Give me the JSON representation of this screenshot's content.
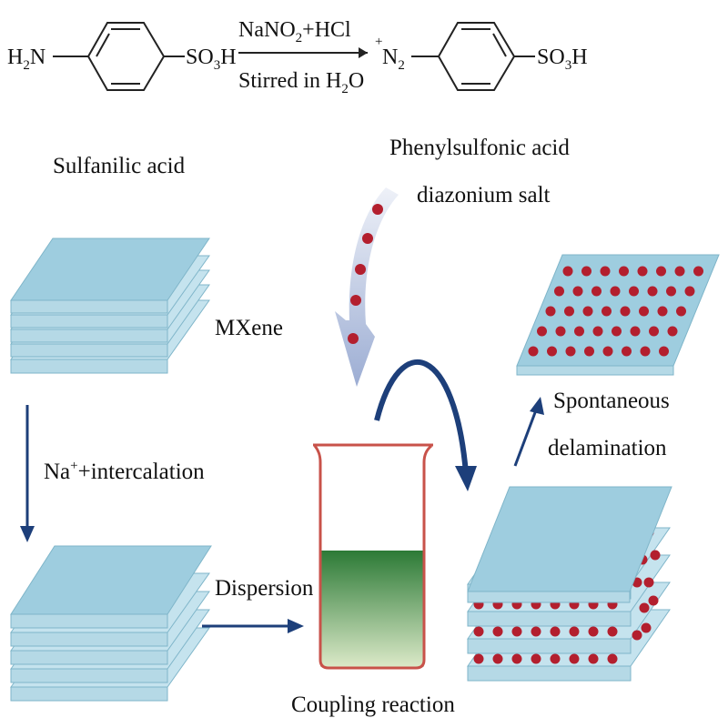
{
  "reaction": {
    "reactant": {
      "amine_prefix": "H",
      "amine_sub": "2",
      "amine_suffix": "N",
      "acid_prefix": "SO",
      "acid_sub": "3",
      "acid_suffix": "H",
      "name": "Sulfanilic acid"
    },
    "conditions": {
      "reagent_prefix": "NaNO",
      "reagent_sub": "2",
      "reagent_suffix": "+HCl",
      "solvent_prefix": "Stirred in H",
      "solvent_sub": "2",
      "solvent_suffix": "O"
    },
    "product": {
      "charge": "+",
      "diazo_prefix": "N",
      "diazo_sub": "2",
      "acid_prefix": "SO",
      "acid_sub": "3",
      "acid_suffix": "H",
      "name_line1": "Phenylsulfonic acid",
      "name_line2": "diazonium salt"
    }
  },
  "process": {
    "mxene_label": "MXene",
    "intercalation_prefix": "Na",
    "intercalation_sup": "+",
    "intercalation_suffix": "+intercalation",
    "dispersion_label": "Dispersion",
    "coupling_label": "Coupling reaction",
    "delamination_line1": "Spontaneous",
    "delamination_line2": "delamination"
  },
  "colors": {
    "sheet_top": "#9ecddf",
    "sheet_side": "#c5e3ee",
    "sheet_edge": "#7fb5c9",
    "arrow": "#1d3f7a",
    "dot": "#b31f2e",
    "beaker_outline": "#c8524a",
    "liquid_top": "#2c7a36",
    "liquid_bottom": "#dbe9c8",
    "curved_arrow_light": "#d9e1f2",
    "curved_arrow_dark": "#8da0cc"
  }
}
